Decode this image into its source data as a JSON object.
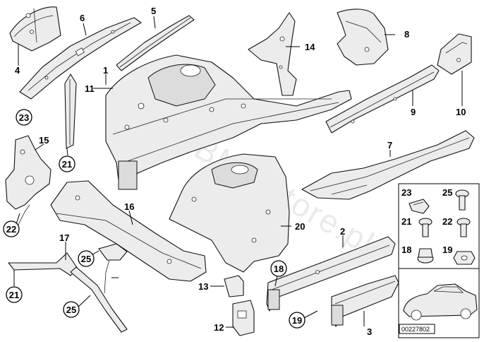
{
  "watermark": "www.BMWstore.pl",
  "diagram_code": "00227802",
  "labels": {
    "l1": "1",
    "l2": "2",
    "l3": "3",
    "l4": "4",
    "l5": "5",
    "l6": "6",
    "l7": "7",
    "l8": "8",
    "l9": "9",
    "l10": "10",
    "l11": "11",
    "l12": "12",
    "l13": "13",
    "l14": "14",
    "l15": "15",
    "l16": "16",
    "l17": "17",
    "l20": "20"
  },
  "circled": {
    "c23": "23",
    "c21a": "21",
    "c22": "22",
    "c21b": "21",
    "c25a": "25",
    "c25b": "25",
    "c18": "18",
    "c19": "19"
  },
  "inset": {
    "i23": "23",
    "i25": "25",
    "i21": "21",
    "i22": "22",
    "i18": "18",
    "i19": "19"
  }
}
